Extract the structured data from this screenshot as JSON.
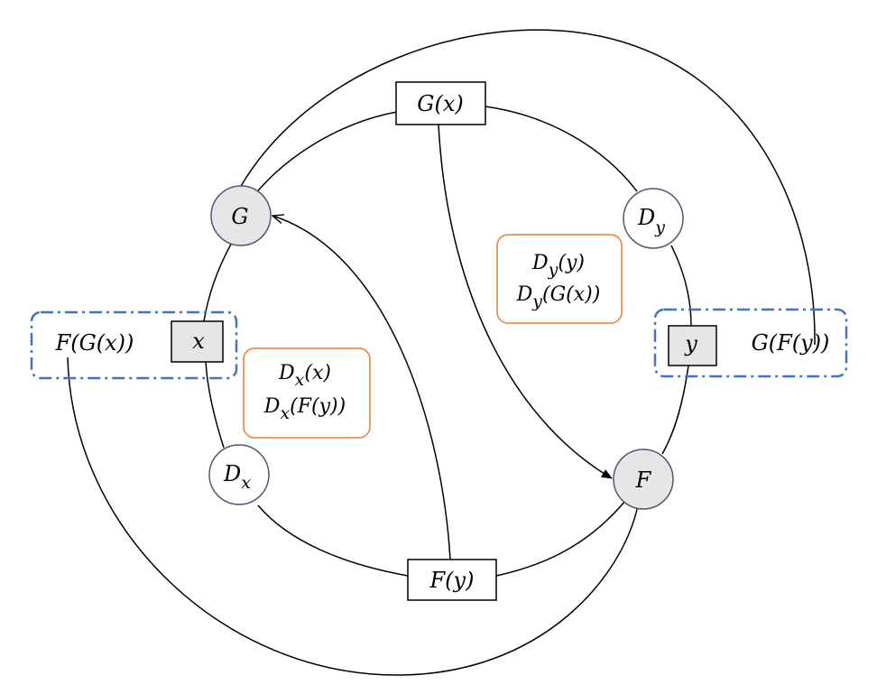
{
  "nodes": {
    "g_x": "G(x)",
    "f_y": "F(y)",
    "x": "x",
    "y": "y",
    "f_g_x": "F(G(x))",
    "g_f_y": "G(F(y))"
  },
  "circles": {
    "G": {
      "main": "G",
      "sub": ""
    },
    "F": {
      "main": "F",
      "sub": ""
    },
    "Dx": {
      "main": "D",
      "sub": "x"
    },
    "Dy": {
      "main": "D",
      "sub": "y"
    }
  },
  "info_boxes": {
    "dx_box": {
      "line1": {
        "main": "D",
        "sub": "x",
        "arg": "(x)"
      },
      "line2": {
        "main": "D",
        "sub": "x",
        "arg": "(F(y))"
      }
    },
    "dy_box": {
      "line1": {
        "main": "D",
        "sub": "y",
        "arg": "(y)"
      },
      "line2": {
        "main": "D",
        "sub": "y",
        "arg": "(G(x))"
      }
    }
  },
  "colors": {
    "line": "#000000",
    "circle_gray": "#e6e6e6",
    "circle_white": "#ffffff",
    "circle_border": "#4a5a70",
    "info_border": "#ed7d31",
    "group_border": "#4472c4",
    "node_gray": "#e6e6e6"
  }
}
